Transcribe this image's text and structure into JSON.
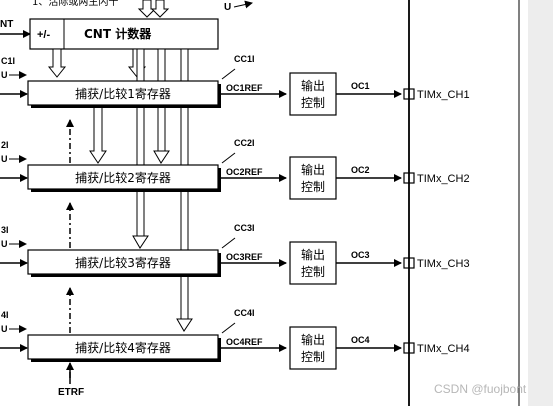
{
  "top": {
    "cut_text": "1、活际或两主闪十",
    "u_label": "U",
    "nt_label": "NT",
    "cnt_sign": "+/-",
    "cnt_name": "CNT 计数器"
  },
  "channels": [
    {
      "left_cc": "C1I",
      "left_u": "U",
      "flag": "CC1I",
      "reg": "捕获/比较1寄存器",
      "ref": "OC1REF",
      "ctrl_line1": "输出",
      "ctrl_line2": "控制",
      "oc": "OC1",
      "pin": "TIMx_CH1"
    },
    {
      "left_cc": "2I",
      "left_u": "U",
      "flag": "CC2I",
      "reg": "捕获/比较2寄存器",
      "ref": "OC2REF",
      "ctrl_line1": "输出",
      "ctrl_line2": "控制",
      "oc": "OC2",
      "pin": "TIMx_CH2"
    },
    {
      "left_cc": "3I",
      "left_u": "U",
      "flag": "CC3I",
      "reg": "捕获/比较3寄存器",
      "ref": "OC3REF",
      "ctrl_line1": "输出",
      "ctrl_line2": "控制",
      "oc": "OC3",
      "pin": "TIMx_CH3"
    },
    {
      "left_cc": "4I",
      "left_u": "U",
      "flag": "CC4I",
      "reg": "捕获/比较4寄存器",
      "ref": "OC4REF",
      "ctrl_line1": "输出",
      "ctrl_line2": "控制",
      "oc": "OC4",
      "pin": "TIMx_CH4"
    }
  ],
  "etrf": "ETRF",
  "watermark": "CSDN @fuojbont"
}
